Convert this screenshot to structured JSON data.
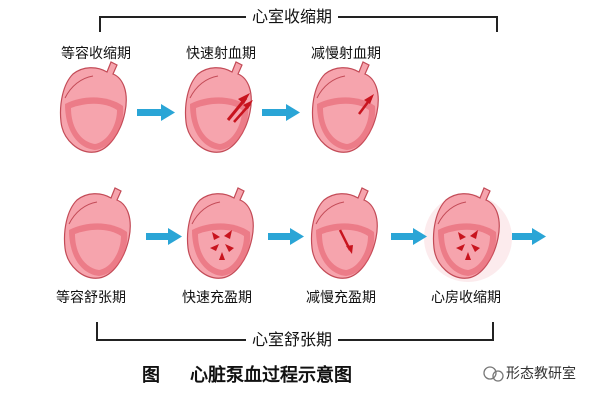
{
  "systole": {
    "title": "心室收缩期",
    "stages": [
      "等容收缩期",
      "快速射血期",
      "减慢射血期"
    ]
  },
  "diastole": {
    "title": "心室舒张期",
    "stages": [
      "等容舒张期",
      "快速充盈期",
      "减慢充盈期",
      "心房收缩期"
    ]
  },
  "caption": {
    "label": "图",
    "title": "心脏泵血过程示意图"
  },
  "watermark": {
    "text": "形态教研室"
  },
  "colors": {
    "heart_fill": "#f6a4ad",
    "heart_outline": "#c34b57",
    "ventricle_wall": "#e45b6a",
    "blood_arrow": "#c8141e",
    "flow_arrow": "#2aa5d6"
  }
}
